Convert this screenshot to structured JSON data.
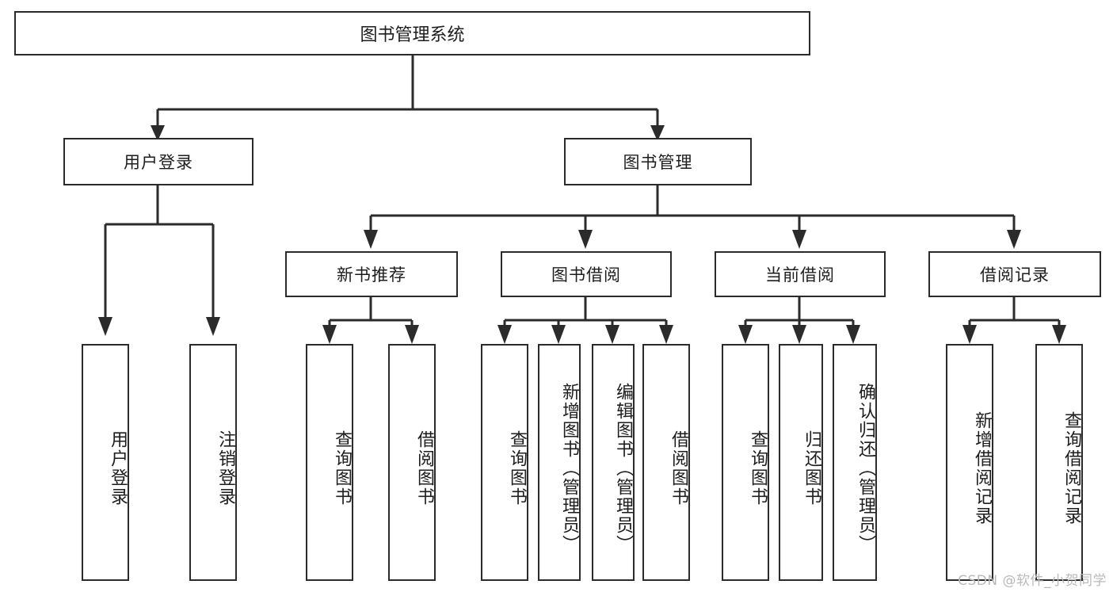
{
  "diagram": {
    "title": "图书管理系统",
    "watermark": "CSDN @软件_小贺同学",
    "type": "tree",
    "colors": {
      "stroke": "#2b2b2b",
      "background": "#ffffff",
      "text": "#1d1d1d",
      "watermark": "#b9b9b9"
    },
    "levels": {
      "root": {
        "label": "图书管理系统"
      },
      "level2": [
        {
          "label": "用户登录"
        },
        {
          "label": "图书管理"
        }
      ],
      "level3": [
        {
          "label": "新书推荐"
        },
        {
          "label": "图书借阅"
        },
        {
          "label": "当前借阅"
        },
        {
          "label": "借阅记录"
        }
      ],
      "leaves": {
        "user_login": [
          {
            "label": "用户登录"
          },
          {
            "label": "注销登录"
          }
        ],
        "new_book": [
          {
            "label": "查询图书"
          },
          {
            "label": "借阅图书"
          }
        ],
        "book_borrow": [
          {
            "label": "查询图书"
          },
          {
            "label": "新增图书（管理员）"
          },
          {
            "label": "编辑图书（管理员）"
          },
          {
            "label": "借阅图书"
          }
        ],
        "current_borrow": [
          {
            "label": "查询图书"
          },
          {
            "label": "归还图书"
          },
          {
            "label": "确认归还（管理员）"
          }
        ],
        "borrow_record": [
          {
            "label": "新增借阅记录"
          },
          {
            "label": "查询借阅记录"
          }
        ]
      }
    }
  }
}
